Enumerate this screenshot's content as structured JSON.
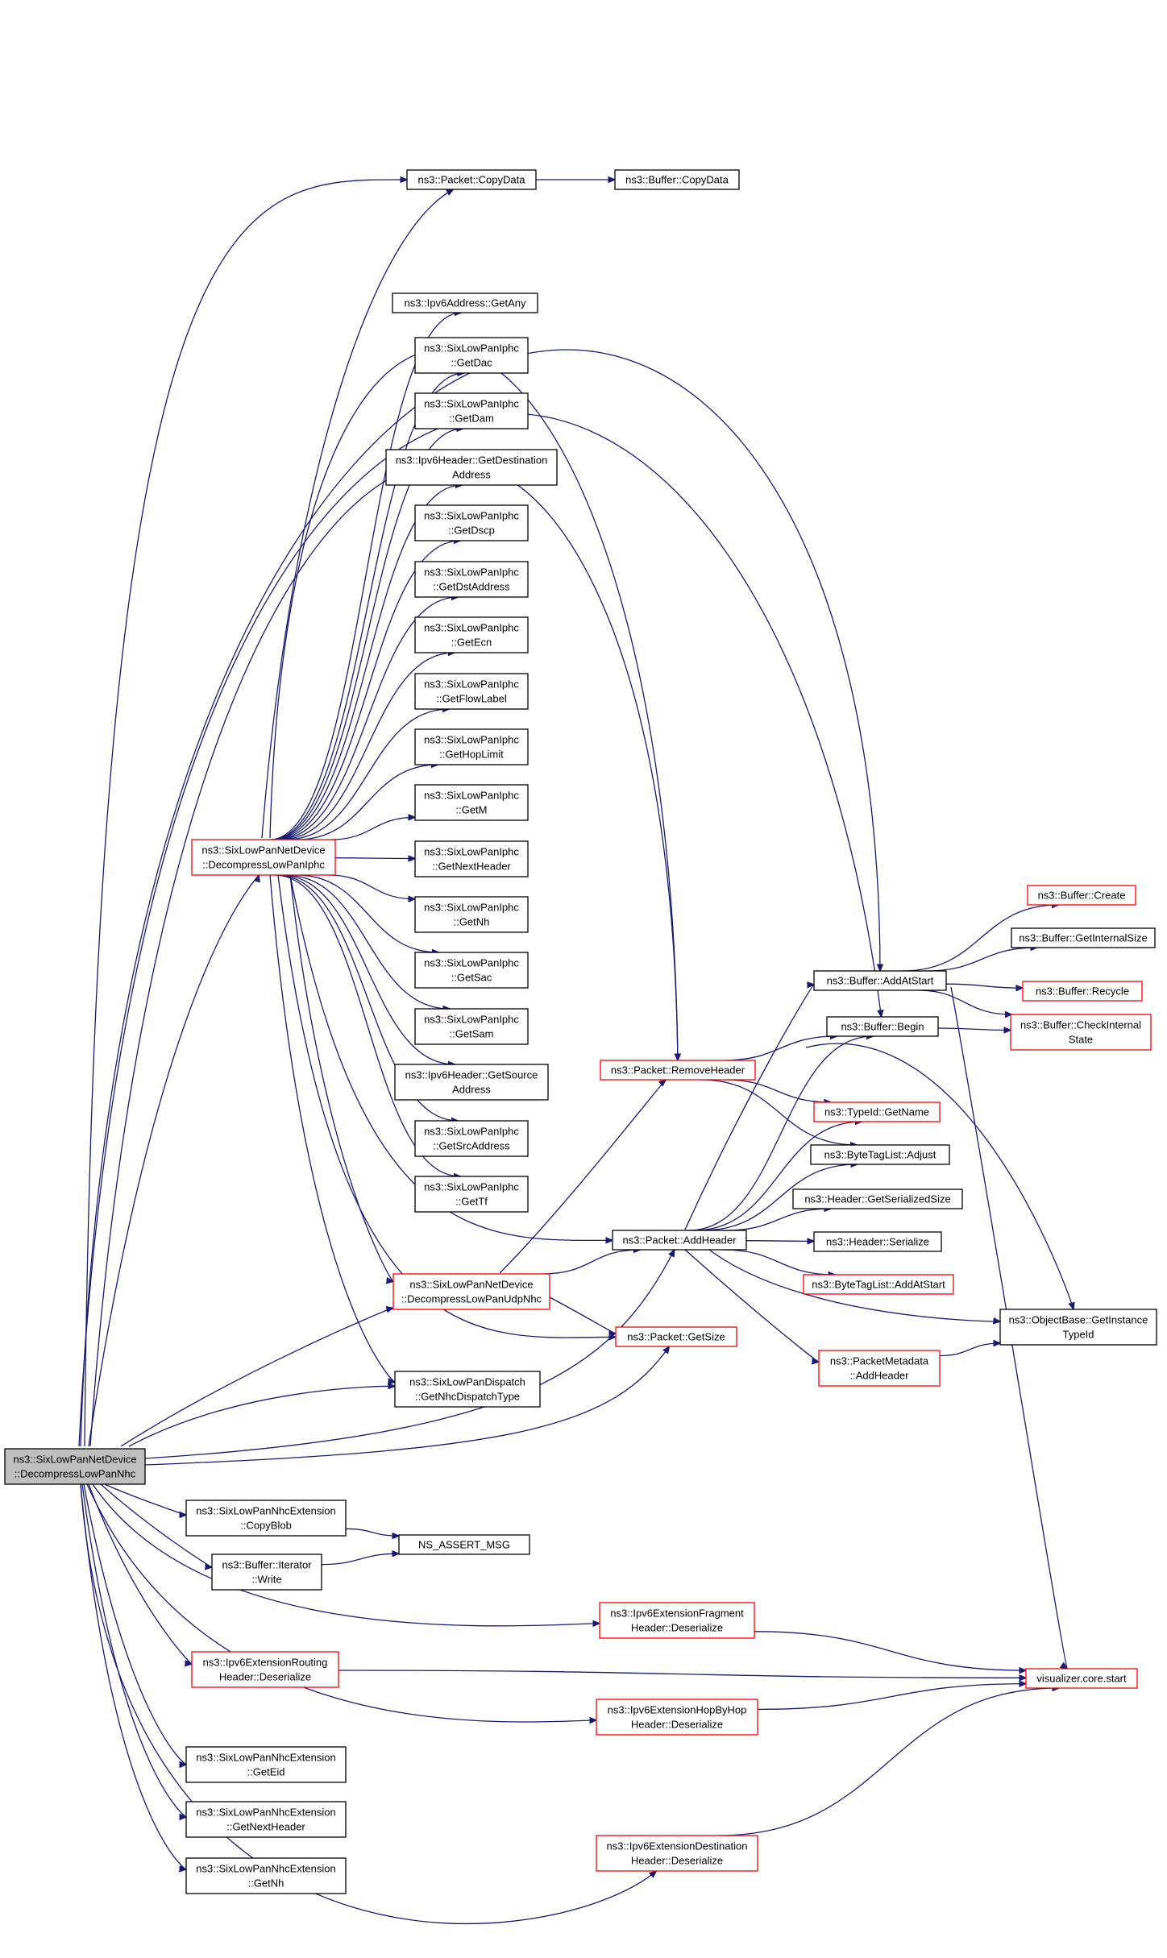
{
  "colors": {
    "edge": "#191970",
    "node_border": "#000000",
    "node_border_incomplete": "#ff0000",
    "root_fill": "#bfbfbf",
    "node_fill": "#ffffff"
  },
  "nodes": [
    {
      "id": "root",
      "lines": [
        "ns3::SixLowPanNetDevice",
        "::DecompressLowPanNhc"
      ],
      "style": "root"
    },
    {
      "id": "copydata",
      "lines": [
        "ns3::Packet::CopyData"
      ],
      "style": "normal"
    },
    {
      "id": "buf_copydata",
      "lines": [
        "ns3::Buffer::CopyData"
      ],
      "style": "normal"
    },
    {
      "id": "getany",
      "lines": [
        "ns3::Ipv6Address::GetAny"
      ],
      "style": "normal"
    },
    {
      "id": "getdac",
      "lines": [
        "ns3::SixLowPanIphc",
        "::GetDac"
      ],
      "style": "normal"
    },
    {
      "id": "getdam",
      "lines": [
        "ns3::SixLowPanIphc",
        "::GetDam"
      ],
      "style": "normal"
    },
    {
      "id": "getdestaddr",
      "lines": [
        "ns3::Ipv6Header::GetDestination",
        "Address"
      ],
      "style": "normal"
    },
    {
      "id": "getdscp",
      "lines": [
        "ns3::SixLowPanIphc",
        "::GetDscp"
      ],
      "style": "normal"
    },
    {
      "id": "getdstaddress",
      "lines": [
        "ns3::SixLowPanIphc",
        "::GetDstAddress"
      ],
      "style": "normal"
    },
    {
      "id": "getecn",
      "lines": [
        "ns3::SixLowPanIphc",
        "::GetEcn"
      ],
      "style": "normal"
    },
    {
      "id": "getflowlabel",
      "lines": [
        "ns3::SixLowPanIphc",
        "::GetFlowLabel"
      ],
      "style": "normal"
    },
    {
      "id": "gethoplimit",
      "lines": [
        "ns3::SixLowPanIphc",
        "::GetHopLimit"
      ],
      "style": "normal"
    },
    {
      "id": "getm",
      "lines": [
        "ns3::SixLowPanIphc",
        "::GetM"
      ],
      "style": "normal"
    },
    {
      "id": "getnextheader",
      "lines": [
        "ns3::SixLowPanIphc",
        "::GetNextHeader"
      ],
      "style": "normal"
    },
    {
      "id": "getnh",
      "lines": [
        "ns3::SixLowPanIphc",
        "::GetNh"
      ],
      "style": "normal"
    },
    {
      "id": "getsac",
      "lines": [
        "ns3::SixLowPanIphc",
        "::GetSac"
      ],
      "style": "normal"
    },
    {
      "id": "getsam",
      "lines": [
        "ns3::SixLowPanIphc",
        "::GetSam"
      ],
      "style": "normal"
    },
    {
      "id": "getsourceaddr",
      "lines": [
        "ns3::Ipv6Header::GetSource",
        "Address"
      ],
      "style": "normal"
    },
    {
      "id": "getsrcaddress",
      "lines": [
        "ns3::SixLowPanIphc",
        "::GetSrcAddress"
      ],
      "style": "normal"
    },
    {
      "id": "gettf",
      "lines": [
        "ns3::SixLowPanIphc",
        "::GetTf"
      ],
      "style": "normal"
    },
    {
      "id": "decompiphc",
      "lines": [
        "ns3::SixLowPanNetDevice",
        "::DecompressLowPanIphc"
      ],
      "style": "red"
    },
    {
      "id": "removeheader",
      "lines": [
        "ns3::Packet::RemoveHeader"
      ],
      "style": "red"
    },
    {
      "id": "addheader",
      "lines": [
        "ns3::Packet::AddHeader"
      ],
      "style": "normal"
    },
    {
      "id": "decompudp",
      "lines": [
        "ns3::SixLowPanNetDevice",
        "::DecompressLowPanUdpNhc"
      ],
      "style": "red"
    },
    {
      "id": "getsize",
      "lines": [
        "ns3::Packet::GetSize"
      ],
      "style": "red"
    },
    {
      "id": "getnhcdispatch",
      "lines": [
        "ns3::SixLowPanDispatch",
        "::GetNhcDispatchType"
      ],
      "style": "normal"
    },
    {
      "id": "buf_create",
      "lines": [
        "ns3::Buffer::Create"
      ],
      "style": "red"
    },
    {
      "id": "buf_getinternalsize",
      "lines": [
        "ns3::Buffer::GetInternalSize"
      ],
      "style": "normal"
    },
    {
      "id": "buf_addatstart",
      "lines": [
        "ns3::Buffer::AddAtStart"
      ],
      "style": "normal"
    },
    {
      "id": "buf_recycle",
      "lines": [
        "ns3::Buffer::Recycle"
      ],
      "style": "red"
    },
    {
      "id": "buf_begin",
      "lines": [
        "ns3::Buffer::Begin"
      ],
      "style": "normal"
    },
    {
      "id": "buf_checkinternal",
      "lines": [
        "ns3::Buffer::CheckInternal",
        "State"
      ],
      "style": "red"
    },
    {
      "id": "typeid_getname",
      "lines": [
        "ns3::TypeId::GetName"
      ],
      "style": "red"
    },
    {
      "id": "btl_adjust",
      "lines": [
        "ns3::ByteTagList::Adjust"
      ],
      "style": "normal"
    },
    {
      "id": "hdr_getsize",
      "lines": [
        "ns3::Header::GetSerializedSize"
      ],
      "style": "normal"
    },
    {
      "id": "hdr_serialize",
      "lines": [
        "ns3::Header::Serialize"
      ],
      "style": "normal"
    },
    {
      "id": "btl_addatstart",
      "lines": [
        "ns3::ByteTagList::AddAtStart"
      ],
      "style": "red"
    },
    {
      "id": "getinstancetypeid",
      "lines": [
        "ns3::ObjectBase::GetInstance",
        "TypeId"
      ],
      "style": "normal"
    },
    {
      "id": "pm_addheader",
      "lines": [
        "ns3::PacketMetadata",
        "::AddHeader"
      ],
      "style": "red"
    },
    {
      "id": "nhc_copyblob",
      "lines": [
        "ns3::SixLowPanNhcExtension",
        "::CopyBlob"
      ],
      "style": "normal"
    },
    {
      "id": "ns_assert",
      "lines": [
        "NS_ASSERT_MSG"
      ],
      "style": "normal"
    },
    {
      "id": "iter_write",
      "lines": [
        "ns3::Buffer::Iterator",
        "::Write"
      ],
      "style": "normal"
    },
    {
      "id": "frag_deser",
      "lines": [
        "ns3::Ipv6ExtensionFragment",
        "Header::Deserialize"
      ],
      "style": "red"
    },
    {
      "id": "routing_deser",
      "lines": [
        "ns3::Ipv6ExtensionRouting",
        "Header::Deserialize"
      ],
      "style": "red"
    },
    {
      "id": "vis_start",
      "lines": [
        "visualizer.core.start"
      ],
      "style": "red"
    },
    {
      "id": "hbh_deser",
      "lines": [
        "ns3::Ipv6ExtensionHopByHop",
        "Header::Deserialize"
      ],
      "style": "red"
    },
    {
      "id": "nhc_geteid",
      "lines": [
        "ns3::SixLowPanNhcExtension",
        "::GetEid"
      ],
      "style": "normal"
    },
    {
      "id": "nhc_getnextheader",
      "lines": [
        "ns3::SixLowPanNhcExtension",
        "::GetNextHeader"
      ],
      "style": "normal"
    },
    {
      "id": "dest_deser",
      "lines": [
        "ns3::Ipv6ExtensionDestination",
        "Header::Deserialize"
      ],
      "style": "red"
    },
    {
      "id": "nhc_getnh",
      "lines": [
        "ns3::SixLowPanNhcExtension",
        "::GetNh"
      ],
      "style": "normal"
    }
  ],
  "edges": [
    [
      "root",
      "copydata"
    ],
    [
      "root",
      "buf_addatstart"
    ],
    [
      "root",
      "buf_begin"
    ],
    [
      "root",
      "decompiphc"
    ],
    [
      "root",
      "removeheader"
    ],
    [
      "root",
      "addheader"
    ],
    [
      "root",
      "decompudp"
    ],
    [
      "root",
      "getsize"
    ],
    [
      "root",
      "getnhcdispatch"
    ],
    [
      "root",
      "nhc_copyblob"
    ],
    [
      "root",
      "iter_write"
    ],
    [
      "root",
      "frag_deser"
    ],
    [
      "root",
      "routing_deser"
    ],
    [
      "root",
      "hbh_deser"
    ],
    [
      "root",
      "nhc_geteid"
    ],
    [
      "root",
      "nhc_getnextheader"
    ],
    [
      "root",
      "dest_deser"
    ],
    [
      "root",
      "nhc_getnh"
    ],
    [
      "copydata",
      "buf_copydata"
    ],
    [
      "decompiphc",
      "copydata"
    ],
    [
      "decompiphc",
      "getany"
    ],
    [
      "decompiphc",
      "getdac"
    ],
    [
      "decompiphc",
      "getdam"
    ],
    [
      "decompiphc",
      "getdestaddr"
    ],
    [
      "decompiphc",
      "getdscp"
    ],
    [
      "decompiphc",
      "getdstaddress"
    ],
    [
      "decompiphc",
      "getecn"
    ],
    [
      "decompiphc",
      "getflowlabel"
    ],
    [
      "decompiphc",
      "gethoplimit"
    ],
    [
      "decompiphc",
      "getm"
    ],
    [
      "decompiphc",
      "getnextheader"
    ],
    [
      "decompiphc",
      "getnh"
    ],
    [
      "decompiphc",
      "getsac"
    ],
    [
      "decompiphc",
      "getsam"
    ],
    [
      "decompiphc",
      "getsourceaddr"
    ],
    [
      "decompiphc",
      "getsrcaddress"
    ],
    [
      "decompiphc",
      "gettf"
    ],
    [
      "decompiphc",
      "removeheader"
    ],
    [
      "decompiphc",
      "addheader"
    ],
    [
      "decompiphc",
      "decompudp"
    ],
    [
      "decompiphc",
      "getsize"
    ],
    [
      "decompiphc",
      "getnhcdispatch"
    ],
    [
      "decompudp",
      "removeheader"
    ],
    [
      "decompudp",
      "addheader"
    ],
    [
      "decompudp",
      "getsize"
    ],
    [
      "removeheader",
      "buf_begin"
    ],
    [
      "removeheader",
      "typeid_getname"
    ],
    [
      "removeheader",
      "btl_adjust"
    ],
    [
      "removeheader",
      "getinstancetypeid"
    ],
    [
      "addheader",
      "buf_addatstart"
    ],
    [
      "addheader",
      "buf_begin"
    ],
    [
      "addheader",
      "typeid_getname"
    ],
    [
      "addheader",
      "btl_adjust"
    ],
    [
      "addheader",
      "hdr_getsize"
    ],
    [
      "addheader",
      "hdr_serialize"
    ],
    [
      "addheader",
      "btl_addatstart"
    ],
    [
      "addheader",
      "getinstancetypeid"
    ],
    [
      "addheader",
      "pm_addheader"
    ],
    [
      "buf_addatstart",
      "buf_create"
    ],
    [
      "buf_addatstart",
      "buf_getinternalsize"
    ],
    [
      "buf_addatstart",
      "buf_recycle"
    ],
    [
      "buf_addatstart",
      "buf_checkinternal"
    ],
    [
      "buf_addatstart",
      "vis_start"
    ],
    [
      "buf_begin",
      "buf_checkinternal"
    ],
    [
      "pm_addheader",
      "getinstancetypeid"
    ],
    [
      "nhc_copyblob",
      "ns_assert"
    ],
    [
      "iter_write",
      "ns_assert"
    ],
    [
      "frag_deser",
      "vis_start"
    ],
    [
      "routing_deser",
      "vis_start"
    ],
    [
      "hbh_deser",
      "vis_start"
    ],
    [
      "dest_deser",
      "vis_start"
    ]
  ]
}
